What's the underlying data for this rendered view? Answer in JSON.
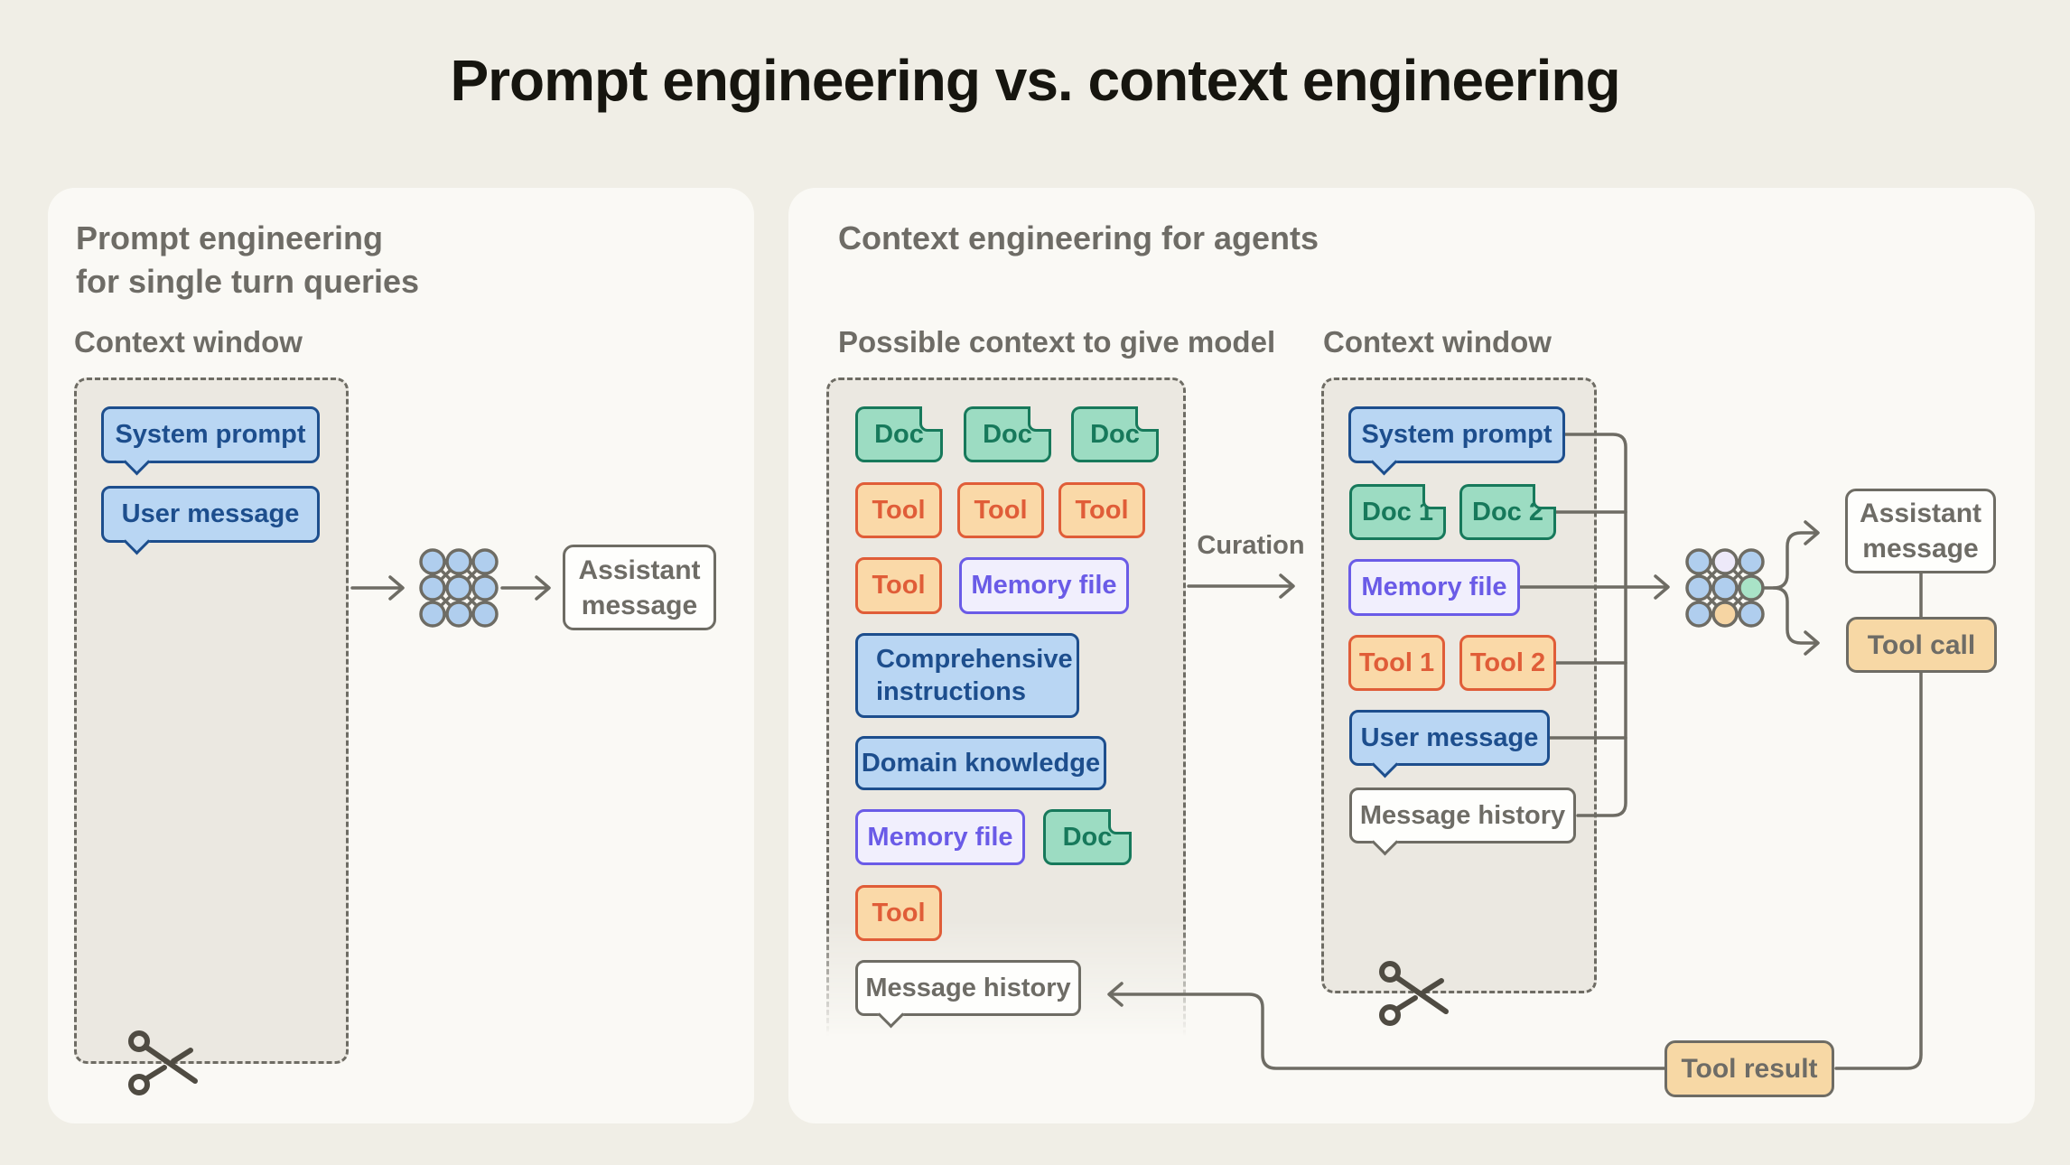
{
  "title": "Prompt engineering vs. context engineering",
  "left_panel": {
    "heading": "Prompt engineering\nfor single turn queries",
    "context_window_label": "Context window",
    "system_prompt_chip": "System prompt",
    "user_message_chip": "User message",
    "assistant_message_box": "Assistant\nmessage"
  },
  "right_panel": {
    "heading": "Context engineering for agents",
    "possible_context_label": "Possible context to give model",
    "context_window_label": "Context window",
    "curation_label": "Curation",
    "possible_context": {
      "doc_chips": [
        "Doc",
        "Doc",
        "Doc"
      ],
      "tool_chips": [
        "Tool",
        "Tool",
        "Tool",
        "Tool",
        "Tool"
      ],
      "memory_file_chip_1": "Memory file",
      "comprehensive_instructions_chip": "Comprehensive\ninstructions",
      "domain_knowledge_chip": "Domain knowledge",
      "memory_file_chip_2": "Memory file",
      "doc_chip_4": "Doc",
      "message_history_chip": "Message history"
    },
    "context_window": {
      "system_prompt_chip": "System prompt",
      "doc1_chip": "Doc 1",
      "doc2_chip": "Doc 2",
      "memory_file_chip": "Memory file",
      "tool1_chip": "Tool 1",
      "tool2_chip": "Tool 2",
      "user_message_chip": "User message",
      "message_history_chip": "Message history"
    },
    "assistant_message_box": "Assistant\nmessage",
    "tool_call_box": "Tool call",
    "tool_result_box": "Tool result"
  },
  "colors": {
    "page_bg": "#F0EEE6",
    "panel_bg": "#FAF9F5",
    "dashed_box_bg": "#EBE8E1",
    "line_gray": "#6E6C64",
    "text_gray": "#6E6C66",
    "title_color": "#16150F",
    "blue_fill": "#B9D6F3",
    "blue_stroke": "#1D4E8D",
    "green_fill": "#9CDCC2",
    "green_stroke": "#17795B",
    "orange_fill": "#FAD9A8",
    "orange_stroke": "#E05D38",
    "purple_fill": "#F1EFFD",
    "purple_stroke": "#6A5BE7",
    "tan_fill": "#F7D8A5",
    "node_blue": "#B0CEEE",
    "node_lavender": "#EDE9F9",
    "node_green": "#A9E3C7",
    "node_tan": "#F6D5A3"
  }
}
